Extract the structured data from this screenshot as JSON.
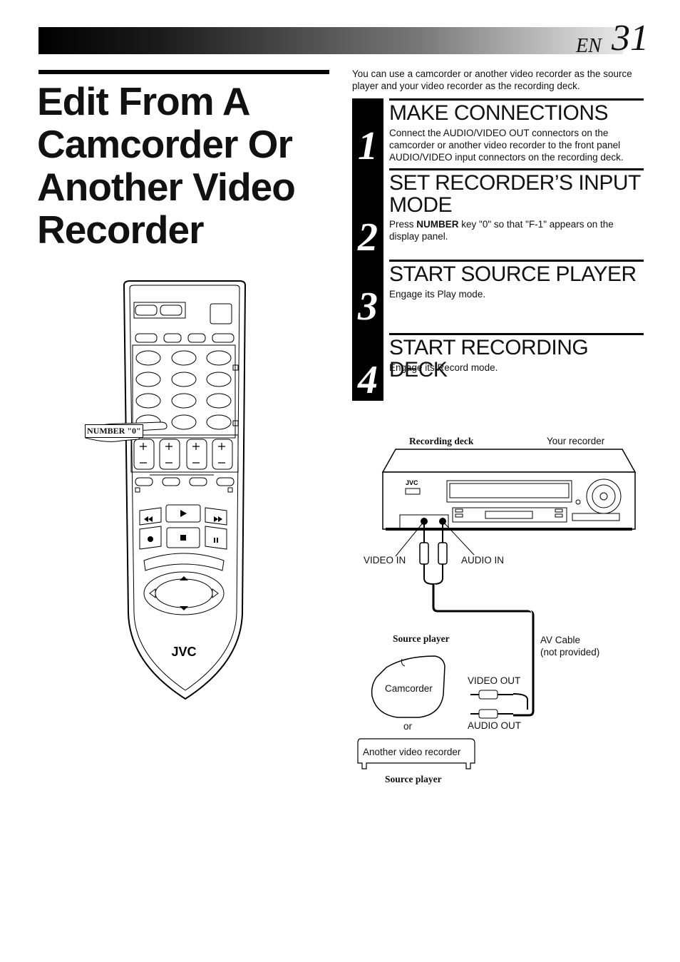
{
  "header": {
    "lang": "EN",
    "page_number": "31"
  },
  "title": "Edit From A Camcorder Or Another Video Recorder",
  "intro": "You can use a camcorder or another video recorder as the source player and your video recorder as the recording deck.",
  "steps": [
    {
      "number": "1",
      "heading": "MAKE CONNECTIONS",
      "body": "Connect the AUDIO/VIDEO OUT connectors on the camcorder or another video recorder to the front panel AUDIO/VIDEO input connectors on the recording deck."
    },
    {
      "number": "2",
      "heading": "SET RECORDER’S INPUT MODE",
      "body_pre": "Press ",
      "body_bold": "NUMBER",
      "body_post": " key \"0\" so that \"F-1\" appears on the display panel."
    },
    {
      "number": "3",
      "heading": "START SOURCE PLAYER",
      "body": "Engage its Play mode."
    },
    {
      "number": "4",
      "heading": "START RECORDING DECK",
      "body": "Engage its Record mode."
    }
  ],
  "remote": {
    "callout": "NUMBER \"0\"",
    "brand": "JVC"
  },
  "diagram": {
    "recording_deck": "Recording deck",
    "your_recorder": "Your recorder",
    "deck_brand": "JVC",
    "video_in": "VIDEO IN",
    "audio_in": "AUDIO IN",
    "source_player_top": "Source player",
    "camcorder": "Camcorder",
    "av_cable": "AV Cable",
    "not_provided": "(not provided)",
    "video_out": "VIDEO OUT",
    "audio_out": "AUDIO OUT",
    "or": "or",
    "another_vcr": "Another video recorder",
    "source_player_bottom": "Source player"
  }
}
